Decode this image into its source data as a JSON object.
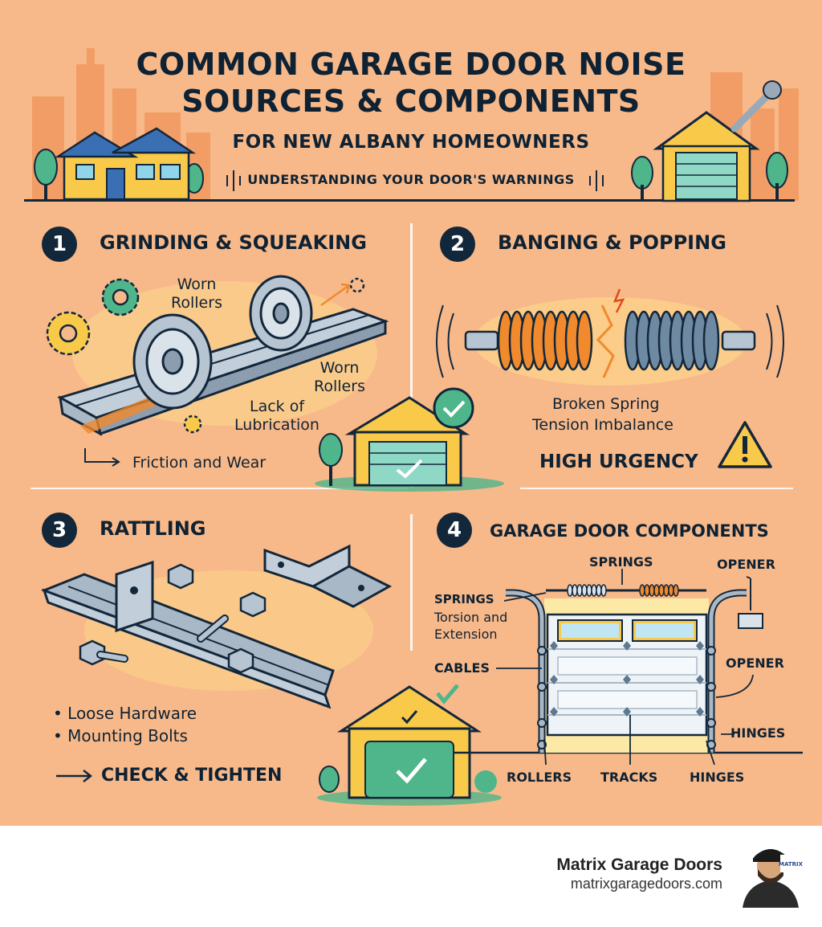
{
  "header": {
    "title_line1": "COMMON GARAGE DOOR NOISE",
    "title_line2": "SOURCES & COMPONENTS",
    "subtitle": "FOR NEW ALBANY HOMEOWNERS",
    "tagline": "UNDERSTANDING YOUR DOOR'S WARNINGS"
  },
  "sections": [
    {
      "number": "1",
      "title": "GRINDING & SQUEAKING",
      "labels": [
        "Worn Rollers",
        "Worn Rollers",
        "Lack of Lubrication"
      ],
      "arrow_text": "Friction and Wear"
    },
    {
      "number": "2",
      "title": "BANGING & POPPING",
      "labels": [
        "Broken Spring",
        "Tension Imbalance"
      ],
      "urgency": "HIGH URGENCY"
    },
    {
      "number": "3",
      "title": "RATTLING",
      "bullets": [
        "• Loose Hardware",
        "• Mounting Bolts"
      ],
      "action": "CHECK & TIGHTEN"
    },
    {
      "number": "4",
      "title": "GARAGE DOOR COMPONENTS",
      "components": {
        "springs_top": "SPRINGS",
        "opener_top": "OPENER",
        "springs_side": "SPRINGS",
        "springs_side_sub1": "Torsion and",
        "springs_side_sub2": "Extension",
        "cables": "CABLES",
        "opener_side": "OPENER",
        "hinges_side": "HINGES",
        "rollers": "ROLLERS",
        "tracks": "TRACKS",
        "hinges_bottom": "HINGES"
      }
    }
  ],
  "footer": {
    "brand": "Matrix Garage Doors",
    "url": "matrixgaragedoors.com",
    "avatar_logo": "MATRIX"
  },
  "colors": {
    "background": "#f8b98a",
    "navy": "#13273b",
    "accent_orange": "#f08a2c",
    "accent_green": "#4fb58a",
    "steel": "#a9b8c6"
  }
}
